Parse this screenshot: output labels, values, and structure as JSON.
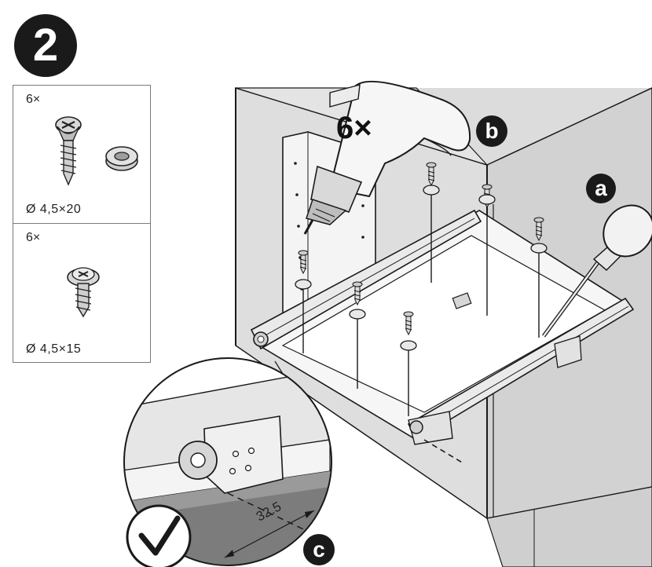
{
  "step": {
    "number": "2"
  },
  "parts": [
    {
      "quantity": "6×",
      "size": "Ø 4,5×20",
      "items": [
        "countersunk-screw",
        "screw-cup-washer"
      ]
    },
    {
      "quantity": "6×",
      "size": "Ø 4,5×15",
      "items": [
        "pan-head-screw"
      ]
    }
  ],
  "drill": {
    "quantity": "6×"
  },
  "labels": {
    "a": "a",
    "b": "b",
    "c": "c"
  },
  "detail": {
    "dimension": "32.5"
  },
  "colors": {
    "badge": "#1a1a1a",
    "cabinet": "#dcdcdc",
    "cabinet_dark": "#c9c9c9",
    "line": "#1a1a1a"
  }
}
